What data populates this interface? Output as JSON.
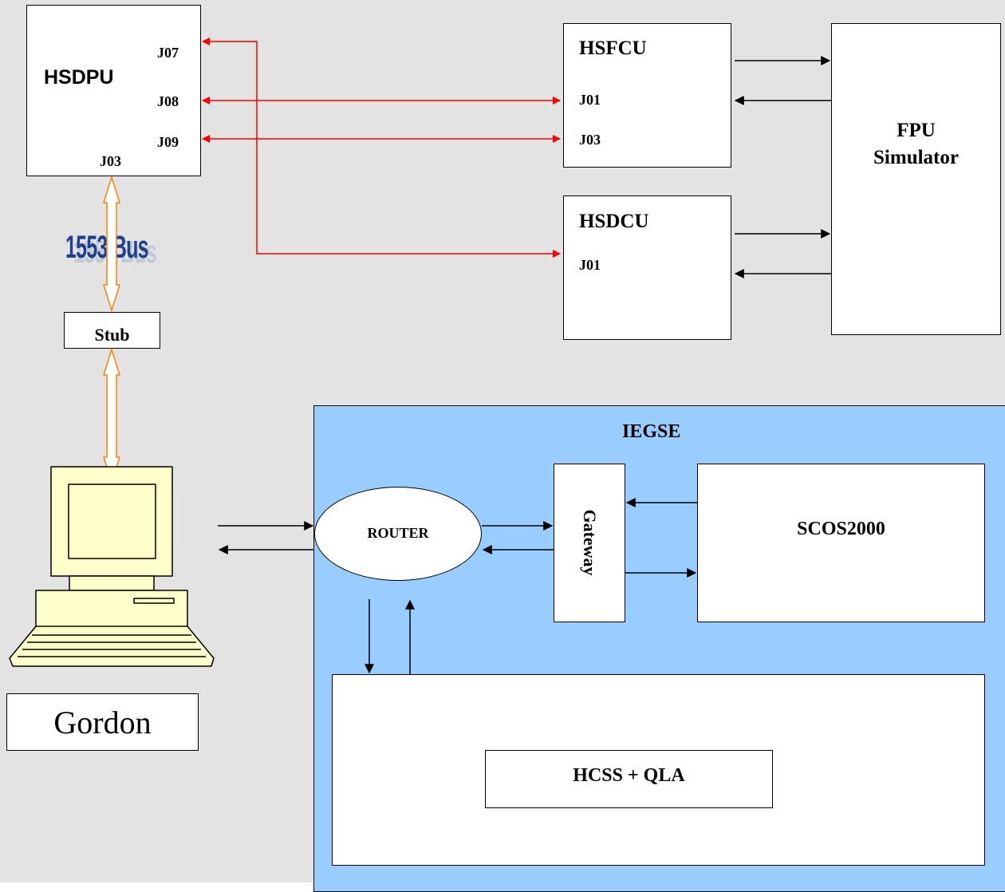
{
  "colors": {
    "background": "#e3e3e3",
    "iegse_fill": "#99ccff",
    "red_link": "#ff0000",
    "bus_link": "#ff8000",
    "computer_beige": "#ffffcc",
    "bus_label": "#1f3f8f"
  },
  "hsdpu": {
    "title": "HSDPU",
    "j07": "J07",
    "j08": "J08",
    "j09": "J09",
    "j03": "J03"
  },
  "hsfcu": {
    "title": "HSFCU",
    "j01": "J01",
    "j03": "J03"
  },
  "hsdcu": {
    "title": "HSDCU",
    "j01": "J01"
  },
  "fpu": {
    "line1": "FPU",
    "line2": "Simulator"
  },
  "bus_label": "1553 Bus",
  "stub": "Stub",
  "gordon": "Gordon",
  "iegse": {
    "title": "IEGSE",
    "router": "ROUTER",
    "gateway": "Gateway",
    "scos": "SCOS2000",
    "hcss": "HCSS + QLA"
  }
}
